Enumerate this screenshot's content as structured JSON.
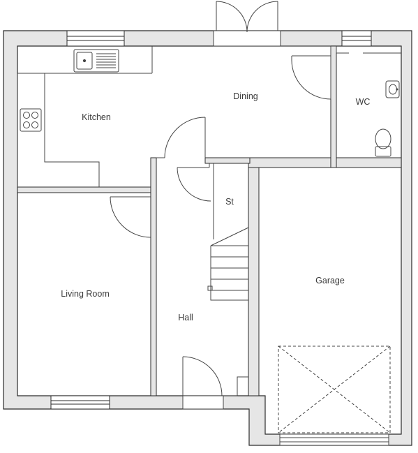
{
  "rooms": {
    "kitchen": "Kitchen",
    "dining": "Dining",
    "wc": "WC",
    "store": "St",
    "living": "Living Room",
    "hall": "Hall",
    "garage": "Garage"
  },
  "colors": {
    "wall_fill": "#e6e6e6",
    "wall_line": "#2b2b2b",
    "line": "#444444",
    "background": "#ffffff"
  },
  "icons": [
    "sink-icon",
    "hob-icon",
    "toilet-icon",
    "basin-icon",
    "french-door-icon",
    "garage-door-icon"
  ]
}
